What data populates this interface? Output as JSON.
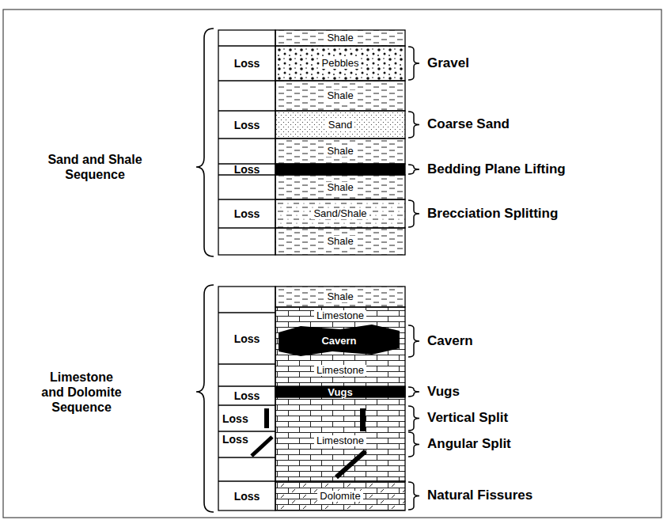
{
  "diagram": {
    "nodes": [
      {
        "text": [
          "Shale"
        ]
      },
      {
        "text": [
          "Loss"
        ]
      },
      {
        "text": [
          "Pebbles"
        ]
      },
      {
        "text": [
          "Shale"
        ]
      },
      {
        "text": [
          "Loss"
        ]
      },
      {
        "text": [
          "Sand"
        ]
      },
      {
        "text": [
          "Shale"
        ]
      },
      {
        "text": [
          "Loss"
        ]
      },
      {
        "text": [
          "Shale"
        ]
      },
      {
        "text": [
          "Loss"
        ]
      },
      {
        "text": [
          "Sand/Shale"
        ]
      },
      {
        "text": [
          "Shale"
        ]
      },
      {
        "text": [
          "Shale"
        ]
      },
      {
        "text": [
          "Limestone"
        ]
      },
      {
        "text": [
          "Loss"
        ]
      },
      {
        "text": [
          "Cavern"
        ]
      },
      {
        "text": [
          "Limestone"
        ]
      },
      {
        "text": [
          "Loss"
        ]
      },
      {
        "text": [
          "Vugs"
        ]
      },
      {
        "text": [
          "Loss"
        ]
      },
      {
        "text": [
          "Limestone"
        ]
      },
      {
        "text": [
          "Loss"
        ]
      },
      {
        "text": [
          "Loss"
        ]
      },
      {
        "text": [
          "Dolomite"
        ]
      }
    ],
    "labels": [
      "Sand and Shale Sequence",
      "Gravel",
      "Coarse Sand",
      "Bedding Plane Lifting",
      "Brecciation Splitting",
      "Limestone and Dolomite Sequence",
      "Cavern",
      "Vugs",
      "Vertical Split",
      "Angular Split",
      "Natural Fissures"
    ]
  }
}
